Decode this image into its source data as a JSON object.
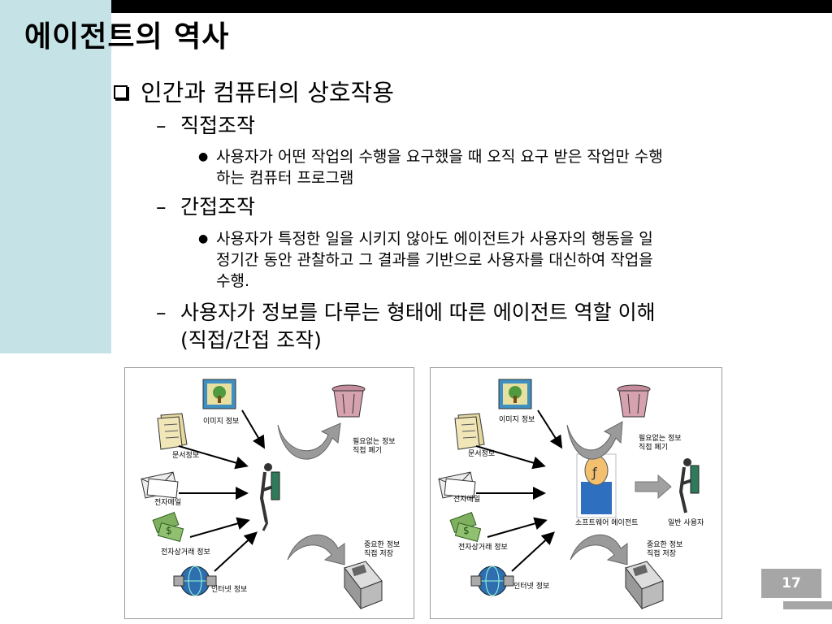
{
  "slide": {
    "title": "에이전트의 역사",
    "page_number": "17"
  },
  "bullets": {
    "main": "인간과 컴퓨터의 상호작용",
    "dash_marker": "–",
    "dot_marker": "●",
    "direct": {
      "label": "직접조작",
      "detail_line1": "사용자가 어떤 작업의 수행을 요구했을 때 오직 요구 받은 작업만 수행",
      "detail_line2": "하는 컴퓨터 프로그램"
    },
    "indirect": {
      "label": "간접조작",
      "detail_line1": "사용자가 특정한 일을 시키지 않아도 에이전트가 사용자의 행동을 일",
      "detail_line2": "정기간 동안 관찰하고 그 결과를  기반으로 사용자를 대신하여 작업을",
      "detail_line3": "수행."
    },
    "role": {
      "line1": "사용자가 정보를 다루는 형태에 따른 에이전트 역할 이해",
      "line2": "(직접/간접 조작)"
    }
  },
  "figures": {
    "direct": {
      "image_info": "이미지 정보",
      "document_info": "문서정보",
      "email": "전자메일",
      "ecommerce_info": "전자상거래 정보",
      "internet_info": "인터넷 정보",
      "discard_line1": "필요없는 정보",
      "discard_line2": "직접 폐기",
      "save_line1": "중요한 정보",
      "save_line2": "직접 저장"
    },
    "indirect": {
      "image_info": "이미지 정보",
      "document_info": "문서정보",
      "email": "전자메일",
      "ecommerce_info": "전자상거래 정보",
      "internet_info": "인터넷 정보",
      "discard_line1": "필요없는 정보",
      "discard_line2": "직접 폐기",
      "save_line1": "중요한 정보",
      "save_line2": "직접 저장",
      "software_agent": "소프트웨어 에이전트",
      "general_user": "일반 사용자"
    }
  },
  "icons": [
    "picture-icon",
    "trash-icon",
    "document-stack-icon",
    "email-icon",
    "money-icon",
    "globe-icon",
    "user-at-computer-icon",
    "scanner-icon",
    "curved-arrow-icon",
    "agent-face-icon"
  ],
  "colors": {
    "side_panel": "#c5e3e6",
    "top_bar": "#000000",
    "page_box": "#a6a6a6",
    "arrow_gray": "#9a9a9a"
  }
}
